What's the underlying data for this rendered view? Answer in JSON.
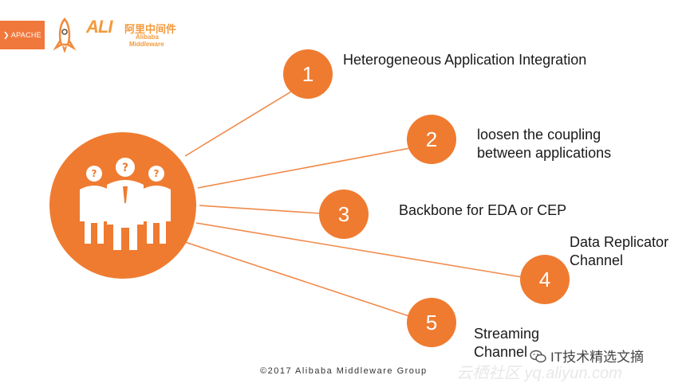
{
  "logos": {
    "apache": "APACHE",
    "ali_mark": "ALI",
    "ali_cn": "阿里中间件",
    "ali_en_line1": "Alibaba",
    "ali_en_line2": "Middleware"
  },
  "colors": {
    "accent": "#ef7b30",
    "line": "#f08a4b"
  },
  "hub": {
    "icon": "group-of-people-with-question-marks-icon"
  },
  "items": [
    {
      "number": "1",
      "label": "Heterogeneous  Application Integration"
    },
    {
      "number": "2",
      "label_line1": "loosen the coupling",
      "label_line2": "between applications"
    },
    {
      "number": "3",
      "label": "Backbone for EDA or CEP"
    },
    {
      "number": "4",
      "label_line1": "Data Replicator",
      "label_line2": "Channel"
    },
    {
      "number": "5",
      "label_line1": "Streaming",
      "label_line2": "Channel"
    }
  ],
  "footer": "©2017 Alibaba Middleware Group",
  "watermark": {
    "text": "IT技术精选文摘",
    "subtext": "云栖社区 yq.aliyun.com"
  }
}
